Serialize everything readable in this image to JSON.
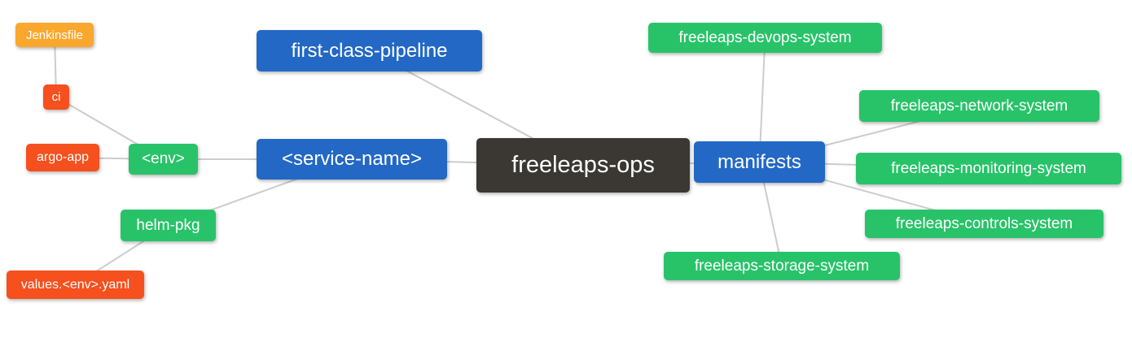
{
  "colors": {
    "background": "#ffffff",
    "connector": "#cccccc",
    "text": "#ffffff",
    "root": "#3b3733",
    "blue": "#2368c5",
    "green": "#28c369",
    "red": "#f5501e",
    "orange": "#faa72d"
  },
  "nodes": {
    "jenkinsfile": {
      "label": "Jenkinsfile",
      "color": "#faa72d"
    },
    "ci": {
      "label": "ci",
      "color": "#f5501e"
    },
    "argo_app": {
      "label": "argo-app",
      "color": "#f5501e"
    },
    "env": {
      "label": "<env>",
      "color": "#28c369"
    },
    "helm_pkg": {
      "label": "helm-pkg",
      "color": "#28c369"
    },
    "values_env_yaml": {
      "label": "values.<env>.yaml",
      "color": "#f5501e"
    },
    "first_class_pipeline": {
      "label": "first-class-pipeline",
      "color": "#2368c5"
    },
    "service_name": {
      "label": "<service-name>",
      "color": "#2368c5"
    },
    "freeleaps_ops": {
      "label": "freeleaps-ops",
      "color": "#3b3733"
    },
    "manifests": {
      "label": "manifests",
      "color": "#2368c5"
    },
    "devops_system": {
      "label": "freeleaps-devops-system",
      "color": "#28c369"
    },
    "network_system": {
      "label": "freeleaps-network-system",
      "color": "#28c369"
    },
    "monitoring_system": {
      "label": "freeleaps-monitoring-system",
      "color": "#28c369"
    },
    "controls_system": {
      "label": "freeleaps-controls-system",
      "color": "#28c369"
    },
    "storage_system": {
      "label": "freeleaps-storage-system",
      "color": "#28c369"
    }
  },
  "edges": [
    {
      "from": "jenkinsfile",
      "to": "ci"
    },
    {
      "from": "ci",
      "to": "env"
    },
    {
      "from": "argo_app",
      "to": "env"
    },
    {
      "from": "env",
      "to": "service_name"
    },
    {
      "from": "helm_pkg",
      "to": "service_name"
    },
    {
      "from": "values_env_yaml",
      "to": "helm_pkg"
    },
    {
      "from": "first_class_pipeline",
      "to": "freeleaps_ops"
    },
    {
      "from": "service_name",
      "to": "freeleaps_ops"
    },
    {
      "from": "freeleaps_ops",
      "to": "manifests"
    },
    {
      "from": "manifests",
      "to": "devops_system"
    },
    {
      "from": "manifests",
      "to": "network_system"
    },
    {
      "from": "manifests",
      "to": "monitoring_system"
    },
    {
      "from": "manifests",
      "to": "controls_system"
    },
    {
      "from": "manifests",
      "to": "storage_system"
    }
  ]
}
